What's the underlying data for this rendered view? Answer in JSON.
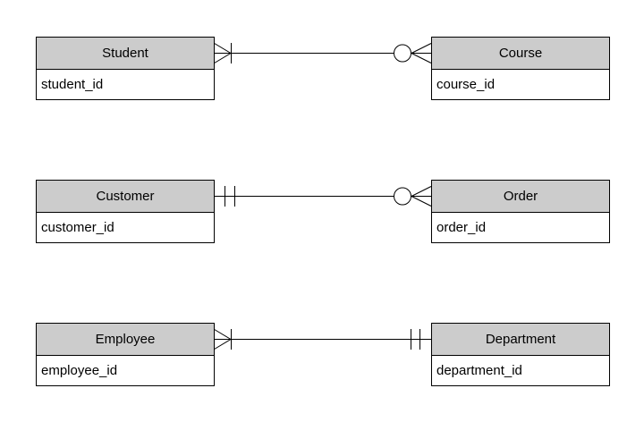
{
  "diagram": {
    "kind": "entity-relationship-diagram",
    "notation": "crows-foot",
    "entities": [
      {
        "name": "Student",
        "attributes": [
          "student_id"
        ]
      },
      {
        "name": "Course",
        "attributes": [
          "course_id"
        ]
      },
      {
        "name": "Customer",
        "attributes": [
          "customer_id"
        ]
      },
      {
        "name": "Order",
        "attributes": [
          "order_id"
        ]
      },
      {
        "name": "Employee",
        "attributes": [
          "employee_id"
        ]
      },
      {
        "name": "Department",
        "attributes": [
          "department_id"
        ]
      }
    ],
    "relationships": [
      {
        "from": "Student",
        "to": "Course",
        "from_cardinality": "one-or-many",
        "to_cardinality": "zero-or-many"
      },
      {
        "from": "Customer",
        "to": "Order",
        "from_cardinality": "exactly-one",
        "to_cardinality": "zero-or-many"
      },
      {
        "from": "Employee",
        "to": "Department",
        "from_cardinality": "one-or-many",
        "to_cardinality": "exactly-one"
      }
    ],
    "colors": {
      "header_fill": "#cccccc",
      "row_fill": "#ffffff",
      "border": "#000000",
      "text": "#000000",
      "background": "#ffffff"
    }
  }
}
